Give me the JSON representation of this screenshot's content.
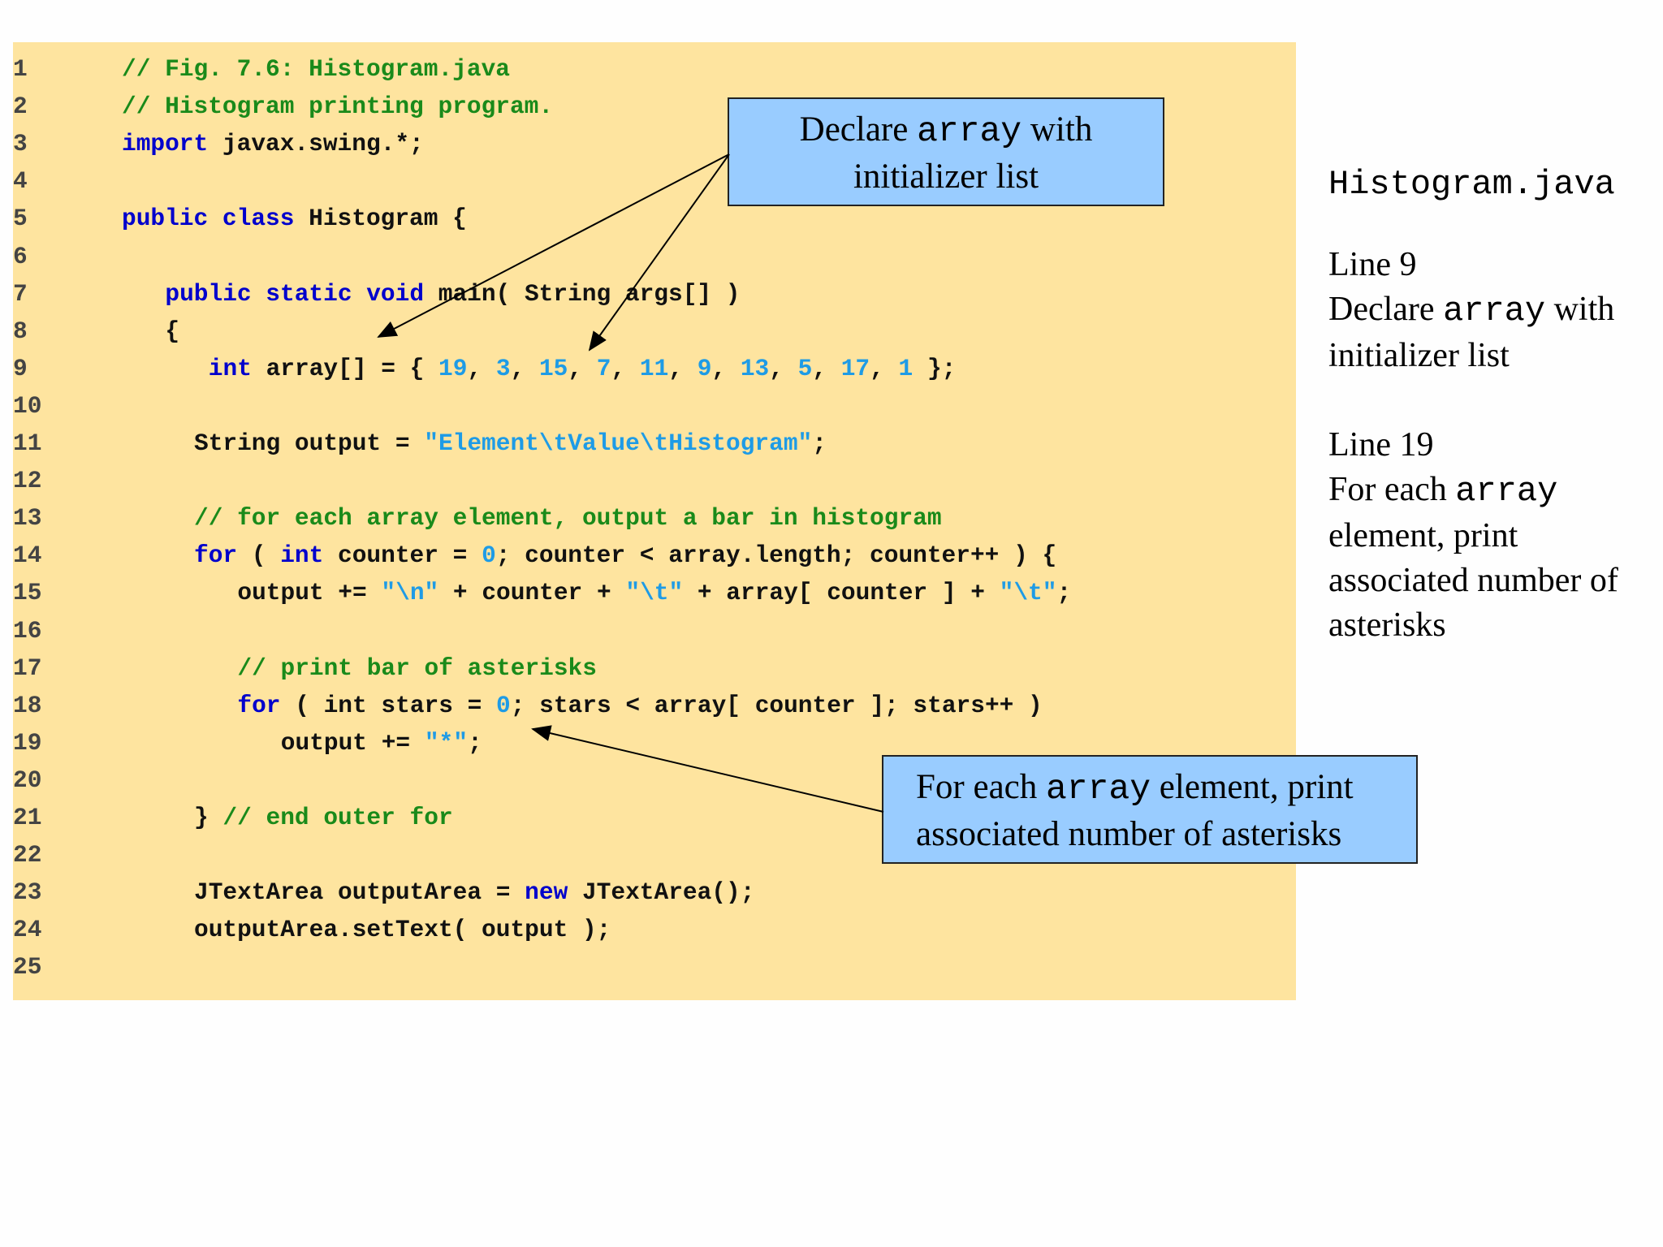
{
  "code": {
    "lines": [
      {
        "num": "1",
        "indent": 0,
        "tokens": [
          {
            "t": "// Fig. 7.6: Histogram.java",
            "c": "comment"
          }
        ]
      },
      {
        "num": "2",
        "indent": 0,
        "tokens": [
          {
            "t": "// Histogram printing program.",
            "c": "comment"
          }
        ]
      },
      {
        "num": "3",
        "indent": 0,
        "tokens": [
          {
            "t": "import",
            "c": "kw"
          },
          {
            "t": " javax.swing.*;",
            "c": "plain"
          }
        ]
      },
      {
        "num": "4",
        "indent": 0,
        "tokens": []
      },
      {
        "num": "5",
        "indent": 0,
        "tokens": [
          {
            "t": "public class",
            "c": "kw"
          },
          {
            "t": " Histogram {",
            "c": "plain"
          }
        ]
      },
      {
        "num": "6",
        "indent": 0,
        "tokens": []
      },
      {
        "num": "7",
        "indent": 3,
        "tokens": [
          {
            "t": "public static void",
            "c": "kw"
          },
          {
            "t": " main( String args[] )",
            "c": "plain"
          }
        ]
      },
      {
        "num": "8",
        "indent": 3,
        "tokens": [
          {
            "t": "{",
            "c": "plain"
          }
        ]
      },
      {
        "num": "9",
        "indent": 6,
        "tokens": [
          {
            "t": "int",
            "c": "kw"
          },
          {
            "t": " array[] = { ",
            "c": "plain"
          },
          {
            "t": "19",
            "c": "num"
          },
          {
            "t": ", ",
            "c": "plain"
          },
          {
            "t": "3",
            "c": "num"
          },
          {
            "t": ", ",
            "c": "plain"
          },
          {
            "t": "15",
            "c": "num"
          },
          {
            "t": ", ",
            "c": "plain"
          },
          {
            "t": "7",
            "c": "num"
          },
          {
            "t": ", ",
            "c": "plain"
          },
          {
            "t": "11",
            "c": "num"
          },
          {
            "t": ", ",
            "c": "plain"
          },
          {
            "t": "9",
            "c": "num"
          },
          {
            "t": ", ",
            "c": "plain"
          },
          {
            "t": "13",
            "c": "num"
          },
          {
            "t": ", ",
            "c": "plain"
          },
          {
            "t": "5",
            "c": "num"
          },
          {
            "t": ", ",
            "c": "plain"
          },
          {
            "t": "17",
            "c": "num"
          },
          {
            "t": ", ",
            "c": "plain"
          },
          {
            "t": "1",
            "c": "num"
          },
          {
            "t": " };",
            "c": "plain"
          }
        ]
      },
      {
        "num": "10",
        "indent": 0,
        "tokens": []
      },
      {
        "num": "11",
        "indent": 5,
        "tokens": [
          {
            "t": "String output = ",
            "c": "plain"
          },
          {
            "t": "\"Element\\tValue\\tHistogram\"",
            "c": "str"
          },
          {
            "t": ";",
            "c": "plain"
          }
        ]
      },
      {
        "num": "12",
        "indent": 0,
        "tokens": []
      },
      {
        "num": "13",
        "indent": 5,
        "tokens": [
          {
            "t": "// for each array element, output a bar in histogram",
            "c": "comment"
          }
        ]
      },
      {
        "num": "14",
        "indent": 5,
        "tokens": [
          {
            "t": "for",
            "c": "kw"
          },
          {
            "t": " ( ",
            "c": "plain"
          },
          {
            "t": "int",
            "c": "kw"
          },
          {
            "t": " counter = ",
            "c": "plain"
          },
          {
            "t": "0",
            "c": "num"
          },
          {
            "t": "; counter < array.length; counter++ ) {",
            "c": "plain"
          }
        ]
      },
      {
        "num": "15",
        "indent": 8,
        "tokens": [
          {
            "t": "output += ",
            "c": "plain"
          },
          {
            "t": "\"\\n\"",
            "c": "str"
          },
          {
            "t": " + counter + ",
            "c": "plain"
          },
          {
            "t": "\"\\t\"",
            "c": "str"
          },
          {
            "t": " + array[ counter ] + ",
            "c": "plain"
          },
          {
            "t": "\"\\t\"",
            "c": "str"
          },
          {
            "t": ";",
            "c": "plain"
          }
        ]
      },
      {
        "num": "16",
        "indent": 0,
        "tokens": []
      },
      {
        "num": "17",
        "indent": 8,
        "tokens": [
          {
            "t": "// print bar of asterisks",
            "c": "comment"
          }
        ]
      },
      {
        "num": "18",
        "indent": 8,
        "tokens": [
          {
            "t": "for",
            "c": "kw"
          },
          {
            "t": " ( int stars = ",
            "c": "plain"
          },
          {
            "t": "0",
            "c": "num"
          },
          {
            "t": "; stars < array[ counter ]; stars++ )",
            "c": "plain"
          }
        ]
      },
      {
        "num": "19",
        "indent": 11,
        "tokens": [
          {
            "t": "output += ",
            "c": "plain"
          },
          {
            "t": "\"*\"",
            "c": "str"
          },
          {
            "t": ";",
            "c": "plain"
          }
        ]
      },
      {
        "num": "20",
        "indent": 0,
        "tokens": []
      },
      {
        "num": "21",
        "indent": 5,
        "tokens": [
          {
            "t": "} ",
            "c": "plain"
          },
          {
            "t": "// end outer for",
            "c": "comment"
          }
        ]
      },
      {
        "num": "22",
        "indent": 0,
        "tokens": []
      },
      {
        "num": "23",
        "indent": 5,
        "tokens": [
          {
            "t": "JTextArea outputArea = ",
            "c": "plain"
          },
          {
            "t": "new",
            "c": "kw"
          },
          {
            "t": " JTextArea();",
            "c": "plain"
          }
        ]
      },
      {
        "num": "24",
        "indent": 5,
        "tokens": [
          {
            "t": "outputArea.setText( output );",
            "c": "plain"
          }
        ]
      },
      {
        "num": "25",
        "indent": 0,
        "tokens": []
      }
    ]
  },
  "callouts": {
    "top": {
      "line1_pre": "Declare ",
      "line1_mono": "array",
      "line1_post": " with",
      "line2": "initializer list"
    },
    "bottom": {
      "line1_pre": "For each ",
      "line1_mono": "array",
      "line1_post": " element, print",
      "line2": "associated number of asterisks"
    }
  },
  "side": {
    "file": "Histogram.java",
    "note1_title": "Line 9",
    "note1_l1_pre": "Declare ",
    "note1_l1_mono": "array",
    "note1_l1_post": " with",
    "note1_l2": "initializer list",
    "note2_title": "Line 19",
    "note2_l1_pre": "For each ",
    "note2_l1_mono": "array",
    "note2_l2": "element, print",
    "note2_l3": "associated number of",
    "note2_l4": "asterisks"
  },
  "colors": {
    "code_background": "#fee49f",
    "callout_fill": "#99ccff",
    "keyword": "#0000cc",
    "comment": "#1a8a1a",
    "string_number": "#1e9be6"
  }
}
